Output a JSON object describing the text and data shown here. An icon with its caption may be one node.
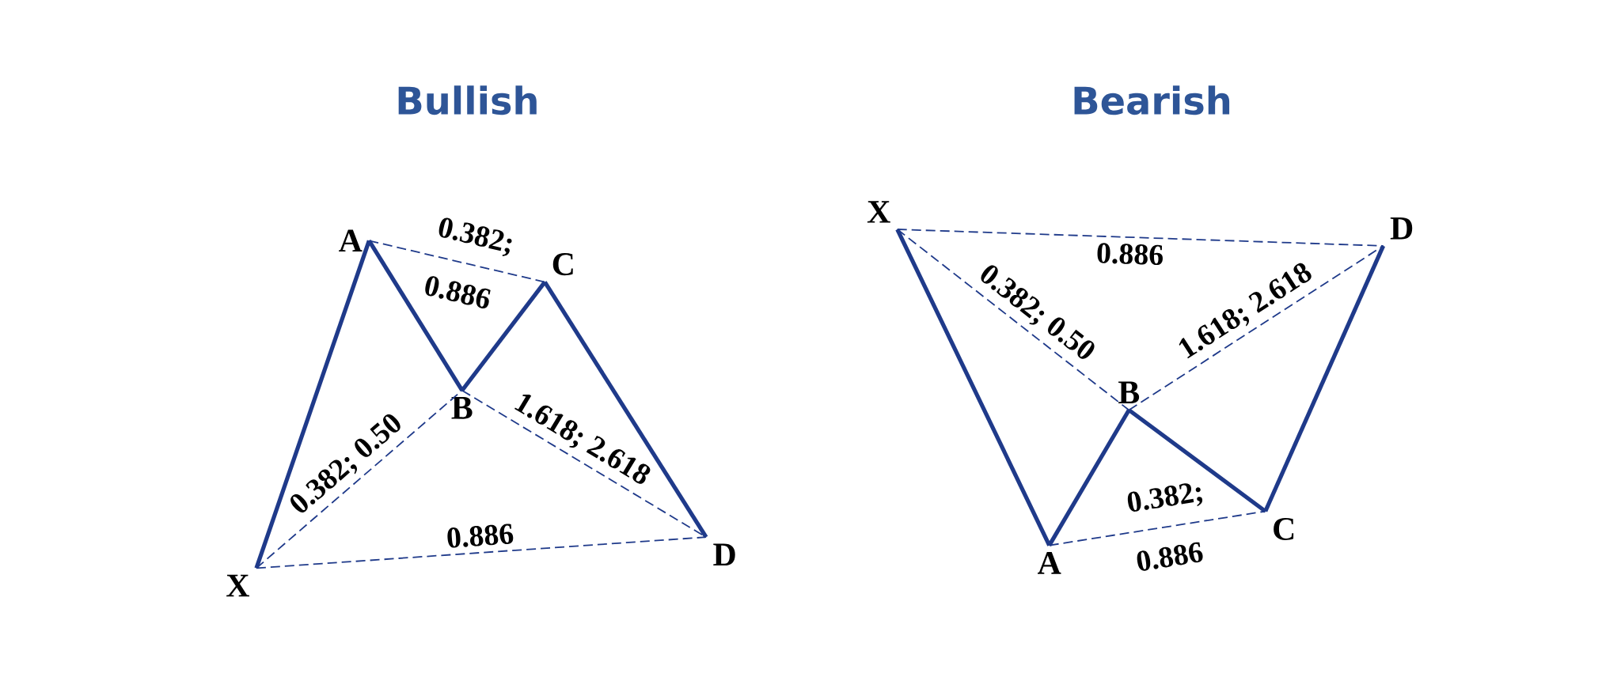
{
  "diagram": {
    "nodes": [
      {
        "text": [
          "X"
        ]
      },
      {
        "text": [
          "A"
        ]
      },
      {
        "text": [
          "B"
        ]
      },
      {
        "text": [
          "C"
        ]
      },
      {
        "text": [
          "D"
        ]
      },
      {
        "text": [
          "X"
        ]
      },
      {
        "text": [
          "A"
        ]
      },
      {
        "text": [
          "B"
        ]
      },
      {
        "text": [
          "C"
        ]
      },
      {
        "text": [
          "D"
        ]
      }
    ],
    "edges": [
      {
        "from": 0,
        "to": 1,
        "arrow": "none",
        "style": "thick"
      },
      {
        "from": 1,
        "to": 2,
        "arrow": "none",
        "style": "thick"
      },
      {
        "from": 2,
        "to": 3,
        "arrow": "none",
        "style": "thick"
      },
      {
        "from": 3,
        "to": 4,
        "arrow": "none",
        "style": "thick"
      },
      {
        "from": 0,
        "to": 2,
        "arrow": "none",
        "style": "dashed",
        "label": "0.382; 0.50"
      },
      {
        "from": 1,
        "to": 3,
        "arrow": "none",
        "style": "dashed",
        "label": "0.382; 0.886"
      },
      {
        "from": 2,
        "to": 4,
        "arrow": "none",
        "style": "dashed",
        "label": "1.618; 2.618"
      },
      {
        "from": 0,
        "to": 4,
        "arrow": "none",
        "style": "dashed",
        "label": "0.886"
      },
      {
        "from": 5,
        "to": 6,
        "arrow": "none",
        "style": "thick"
      },
      {
        "from": 6,
        "to": 7,
        "arrow": "none",
        "style": "thick"
      },
      {
        "from": 7,
        "to": 8,
        "arrow": "none",
        "style": "thick"
      },
      {
        "from": 8,
        "to": 9,
        "arrow": "none",
        "style": "thick"
      },
      {
        "from": 5,
        "to": 7,
        "arrow": "none",
        "style": "dashed",
        "label": "0.382; 0.50"
      },
      {
        "from": 6,
        "to": 8,
        "arrow": "none",
        "style": "dashed",
        "label": "0.382; 0.886"
      },
      {
        "from": 7,
        "to": 9,
        "arrow": "none",
        "style": "dashed",
        "label": "1.618; 2.618"
      },
      {
        "from": 5,
        "to": 9,
        "arrow": "none",
        "style": "dashed",
        "label": "0.886"
      }
    ],
    "labels": [
      "Bullish",
      "Bearish"
    ]
  }
}
